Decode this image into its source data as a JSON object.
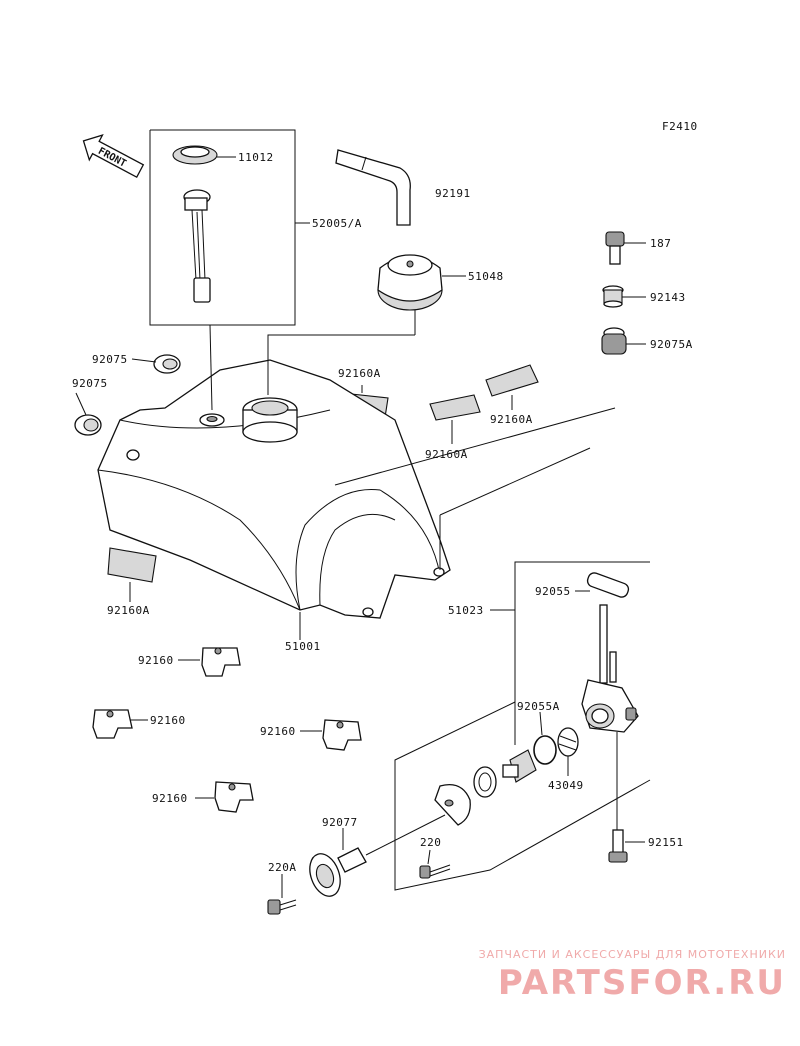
{
  "figure_code": "F2410",
  "front_arrow_label": "FRONT",
  "parts": [
    {
      "id": "11012"
    },
    {
      "id": "52005/A"
    },
    {
      "id": "92191"
    },
    {
      "id": "51048"
    },
    {
      "id": "187"
    },
    {
      "id": "92143"
    },
    {
      "id": "92075A"
    },
    {
      "id": "92075"
    },
    {
      "id": "92075"
    },
    {
      "id": "92160A"
    },
    {
      "id": "92160A"
    },
    {
      "id": "92160A"
    },
    {
      "id": "92160A"
    },
    {
      "id": "51001"
    },
    {
      "id": "92160"
    },
    {
      "id": "92160"
    },
    {
      "id": "92160"
    },
    {
      "id": "92160"
    },
    {
      "id": "92055"
    },
    {
      "id": "51023"
    },
    {
      "id": "92055A"
    },
    {
      "id": "43049"
    },
    {
      "id": "92151"
    },
    {
      "id": "92077"
    },
    {
      "id": "220"
    },
    {
      "id": "220A"
    }
  ],
  "watermark": {
    "caption": "ЗАПЧАСТИ И АКСЕССУАРЫ ДЛЯ МОТОТЕХНИКИ",
    "logo": "PARTSFOR.RU"
  }
}
